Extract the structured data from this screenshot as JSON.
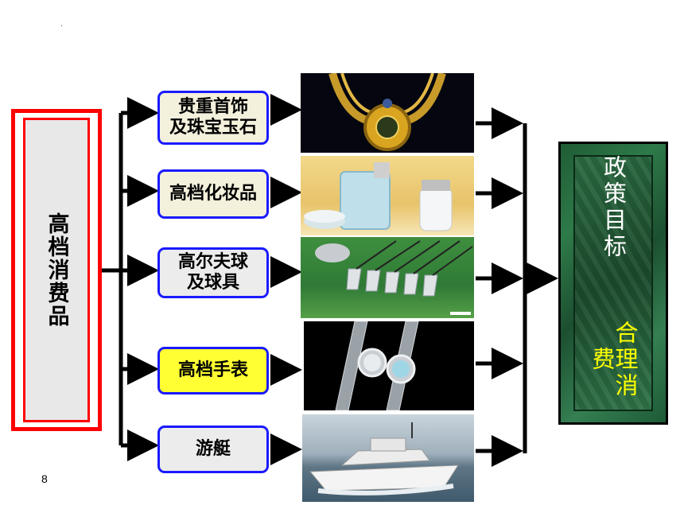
{
  "source": {
    "label": "高档消费品"
  },
  "categories": [
    {
      "label": "贵重首饰\n及珠宝玉石"
    },
    {
      "label": "高档化妆品"
    },
    {
      "label": "高尔夫球\n及球具"
    },
    {
      "label": "高档手表"
    },
    {
      "label": "游艇"
    }
  ],
  "goal": {
    "title": "政策目标",
    "value": "合理消费"
  },
  "page_number": "8",
  "colors": {
    "source_border": "#ff0000",
    "category_border": "#1a1aff",
    "goal_bg": "#1f5c35",
    "goal_value": "#ffff00"
  }
}
